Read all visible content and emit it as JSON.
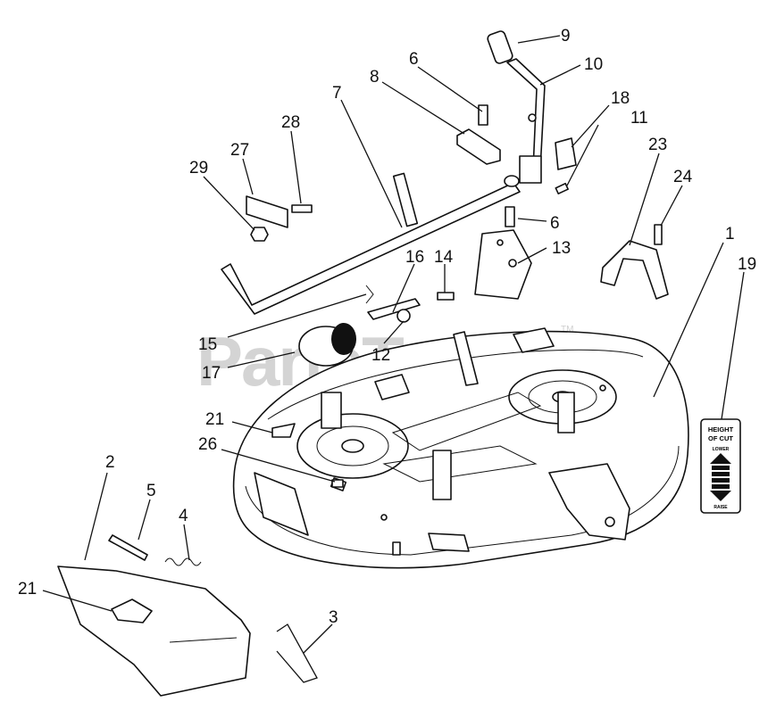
{
  "watermark": {
    "brand": "PartsTree",
    "trademark": "TM"
  },
  "decal": {
    "title_line1": "HEIGHT",
    "title_line2": "OF CUT",
    "lower": "LOWER",
    "raise": "RAISE"
  },
  "callouts": {
    "c1": "1",
    "c2": "2",
    "c3": "3",
    "c4": "4",
    "c5": "5",
    "c6a": "6",
    "c6b": "6",
    "c7": "7",
    "c8": "8",
    "c9": "9",
    "c10": "10",
    "c11": "11",
    "c12": "12",
    "c13": "13",
    "c14": "14",
    "c15": "15",
    "c16": "16",
    "c17": "17",
    "c18": "18",
    "c19": "19",
    "c21a": "21",
    "c21b": "21",
    "c23": "23",
    "c24": "24",
    "c26": "26",
    "c27": "27",
    "c28": "28",
    "c29": "29"
  }
}
